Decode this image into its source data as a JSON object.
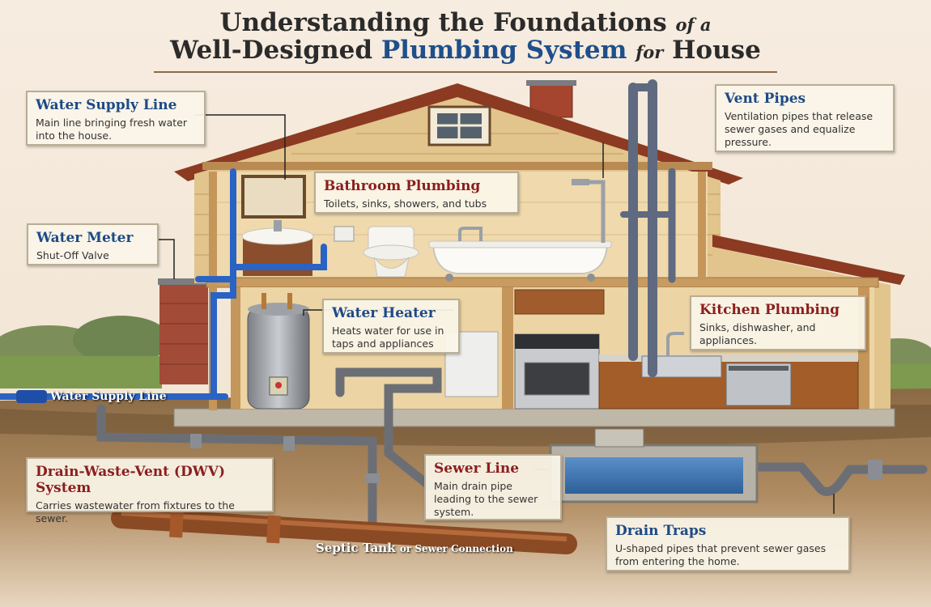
{
  "title": {
    "line1_main": "Understanding the Foundations",
    "line1_small": "of a",
    "line2_a": "Well-Designed",
    "line2_blue": "Plumbing System",
    "line2_small": "for",
    "line2_b": "House"
  },
  "callouts": {
    "water_supply": {
      "title": "Water Supply Line",
      "desc": "Main line bringing fresh water into the house."
    },
    "water_meter": {
      "title": "Water Meter",
      "desc": "Shut-Off Valve"
    },
    "bathroom": {
      "title": "Bathroom Plumbing",
      "desc": "Toilets, sinks, showers, and tubs"
    },
    "vent": {
      "title": "Vent Pipes",
      "desc": "Ventilation pipes that release sewer gases and equalize pressure."
    },
    "heater": {
      "title": "Water Heater",
      "desc": "Heats water for use in taps and appliances"
    },
    "kitchen": {
      "title": "Kitchen Plumbing",
      "desc": "Sinks, dishwasher, and appliances."
    },
    "dwv": {
      "title": "Drain-Waste-Vent (DWV) System",
      "desc": "Carries wastewater from fixtures to the sewer."
    },
    "sewer": {
      "title": "Sewer Line",
      "desc": "Main drain pipe leading to the sewer system."
    },
    "traps": {
      "title": "Drain Traps",
      "desc": "U-shaped pipes that prevent sewer gases from entering the home."
    }
  },
  "ground_labels": {
    "supply": "Water Supply Line",
    "septic_main": "Septic Tank",
    "septic_small": "or Sewer Connection"
  },
  "colors": {
    "water_blue": "#2a63c4",
    "drain_gray": "#6b6f75",
    "sewer_brown": "#8a4a24",
    "title_blue": "#1f4f8b",
    "heading_red": "#8b1e1e"
  }
}
